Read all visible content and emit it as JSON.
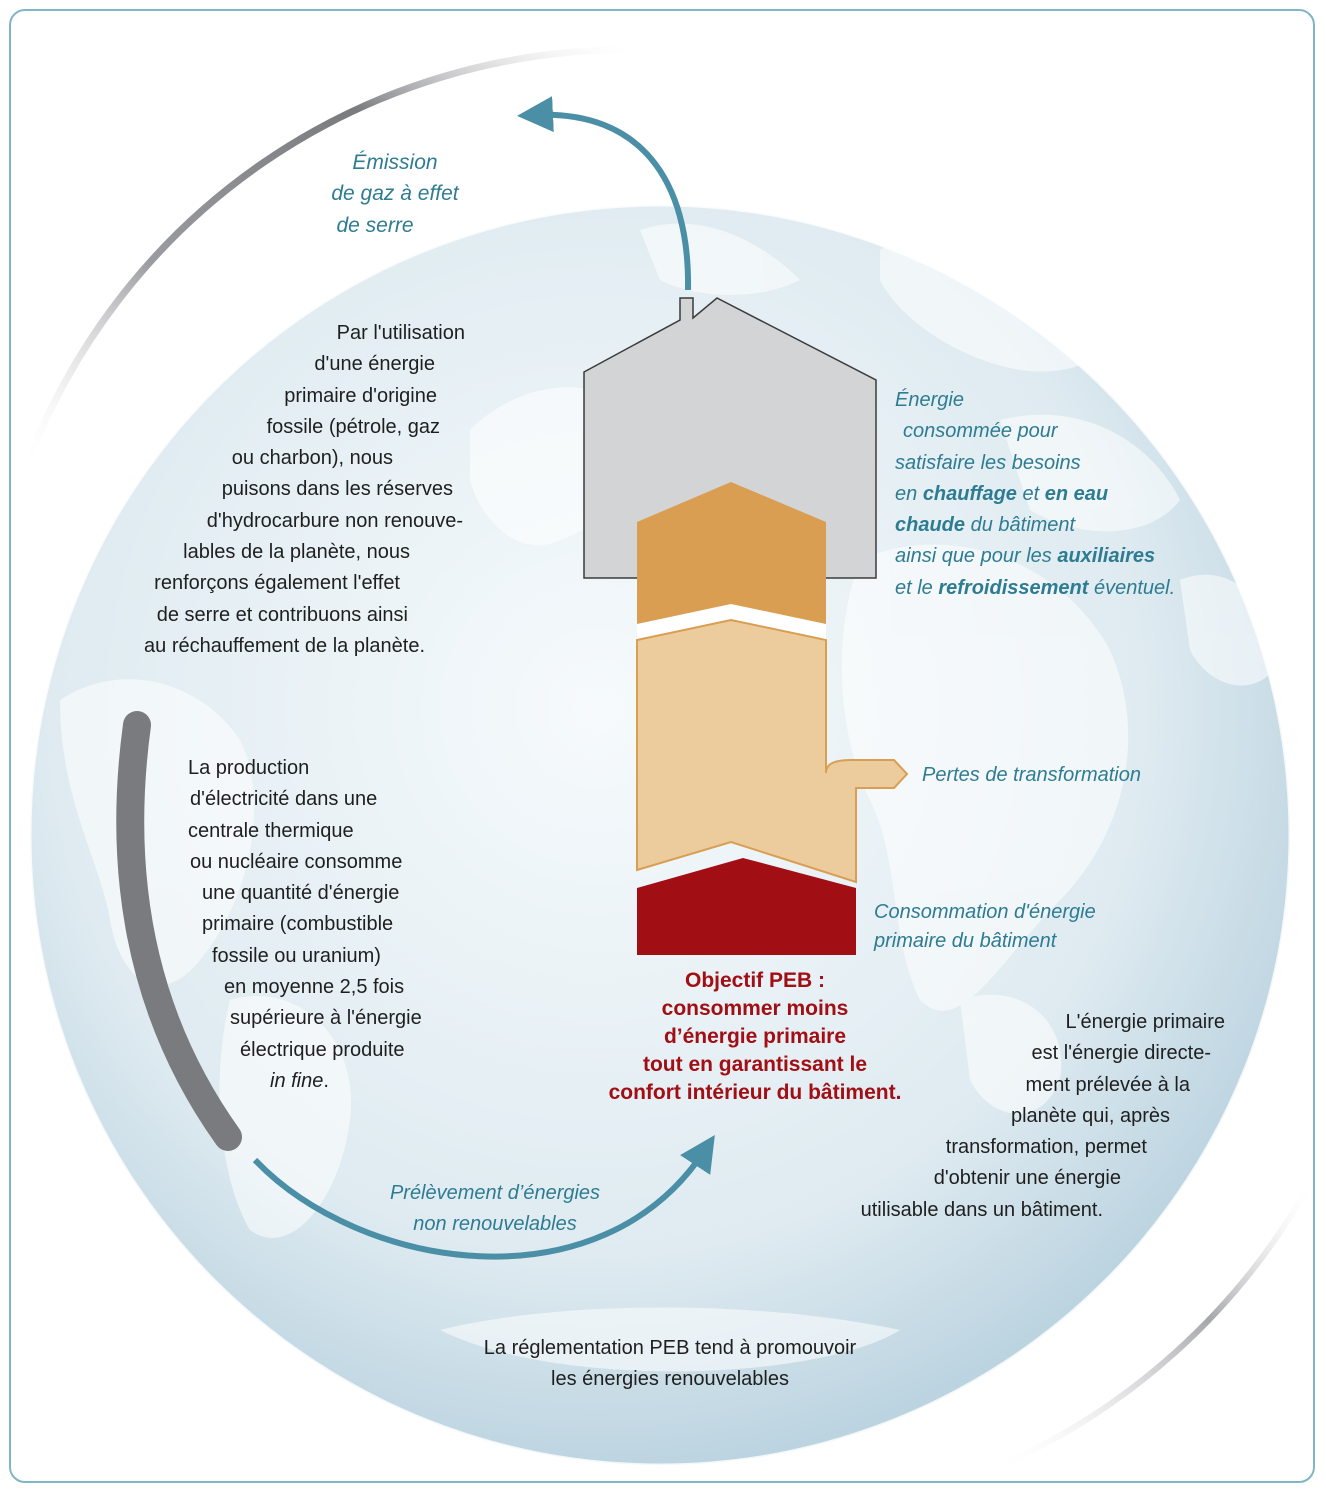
{
  "diagram": {
    "emission_label": [
      "Émission",
      "de gaz à effet",
      "de serre"
    ],
    "fossil_text": [
      "Par l'utilisation",
      "d'une énergie",
      "primaire d'origine",
      "fossile (pétrole, gaz",
      "ou charbon), nous",
      "puisons dans les réserves",
      "d'hydrocarbure non renouve-",
      "lables de la planète, nous",
      "renforçons également l'effet",
      "de serre et contribuons ainsi",
      "au réchauffement de la planète."
    ],
    "energy_consumed": {
      "l1": "Énergie",
      "l2": "consommée pour",
      "l3": "satisfaire les besoins",
      "l4_a": "en ",
      "l4_b": "chauffage",
      "l4_c": " et ",
      "l4_d": "en eau",
      "l5_a": "chaude",
      "l5_b": " du bâtiment",
      "l6_a": "ainsi que pour les ",
      "l6_b": "auxiliaires",
      "l7_a": "et le ",
      "l7_b": "refroidissement",
      "l7_c": " éventuel."
    },
    "losses_label": "Pertes de transformation",
    "primary_label": [
      "Consommation d'énergie",
      "primaire du bâtiment"
    ],
    "objective": [
      "Objectif PEB :",
      "consommer moins",
      "d’énergie primaire",
      "tout en garantissant le",
      "confort intérieur du bâtiment."
    ],
    "electricity_text": {
      "lines": [
        "La production",
        "d'électricité dans une",
        "centrale thermique",
        "ou nucléaire consomme",
        "une quantité d'énergie",
        "primaire (combustible",
        "fossile ou uranium)",
        "en moyenne 2,5 fois",
        "supérieure à l'énergie",
        "électrique produite"
      ],
      "last_italic": "in fine",
      "last_suffix": "."
    },
    "extraction_label": [
      "Prélèvement d’énergies",
      "non renouvelables"
    ],
    "primary_definition": [
      "L'énergie primaire",
      "est l'énergie directe-",
      "ment prélevée à la",
      "planète qui, après",
      "transformation, permet",
      "d'obtenir une énergie",
      "utilisable dans un bâtiment."
    ],
    "regulation_text": [
      "La réglementation PEB tend à promouvoir",
      "les énergies renouvelables"
    ],
    "colors": {
      "accent_teal": "#2e7c92",
      "arrow_teal": "#4a8fa6",
      "objective_red": "#a10e14",
      "house_gray": "#d3d4d6",
      "useful_energy": "#d99e52",
      "transformation_losses": "#eccb9c",
      "primary_energy": "#a10e14"
    }
  }
}
